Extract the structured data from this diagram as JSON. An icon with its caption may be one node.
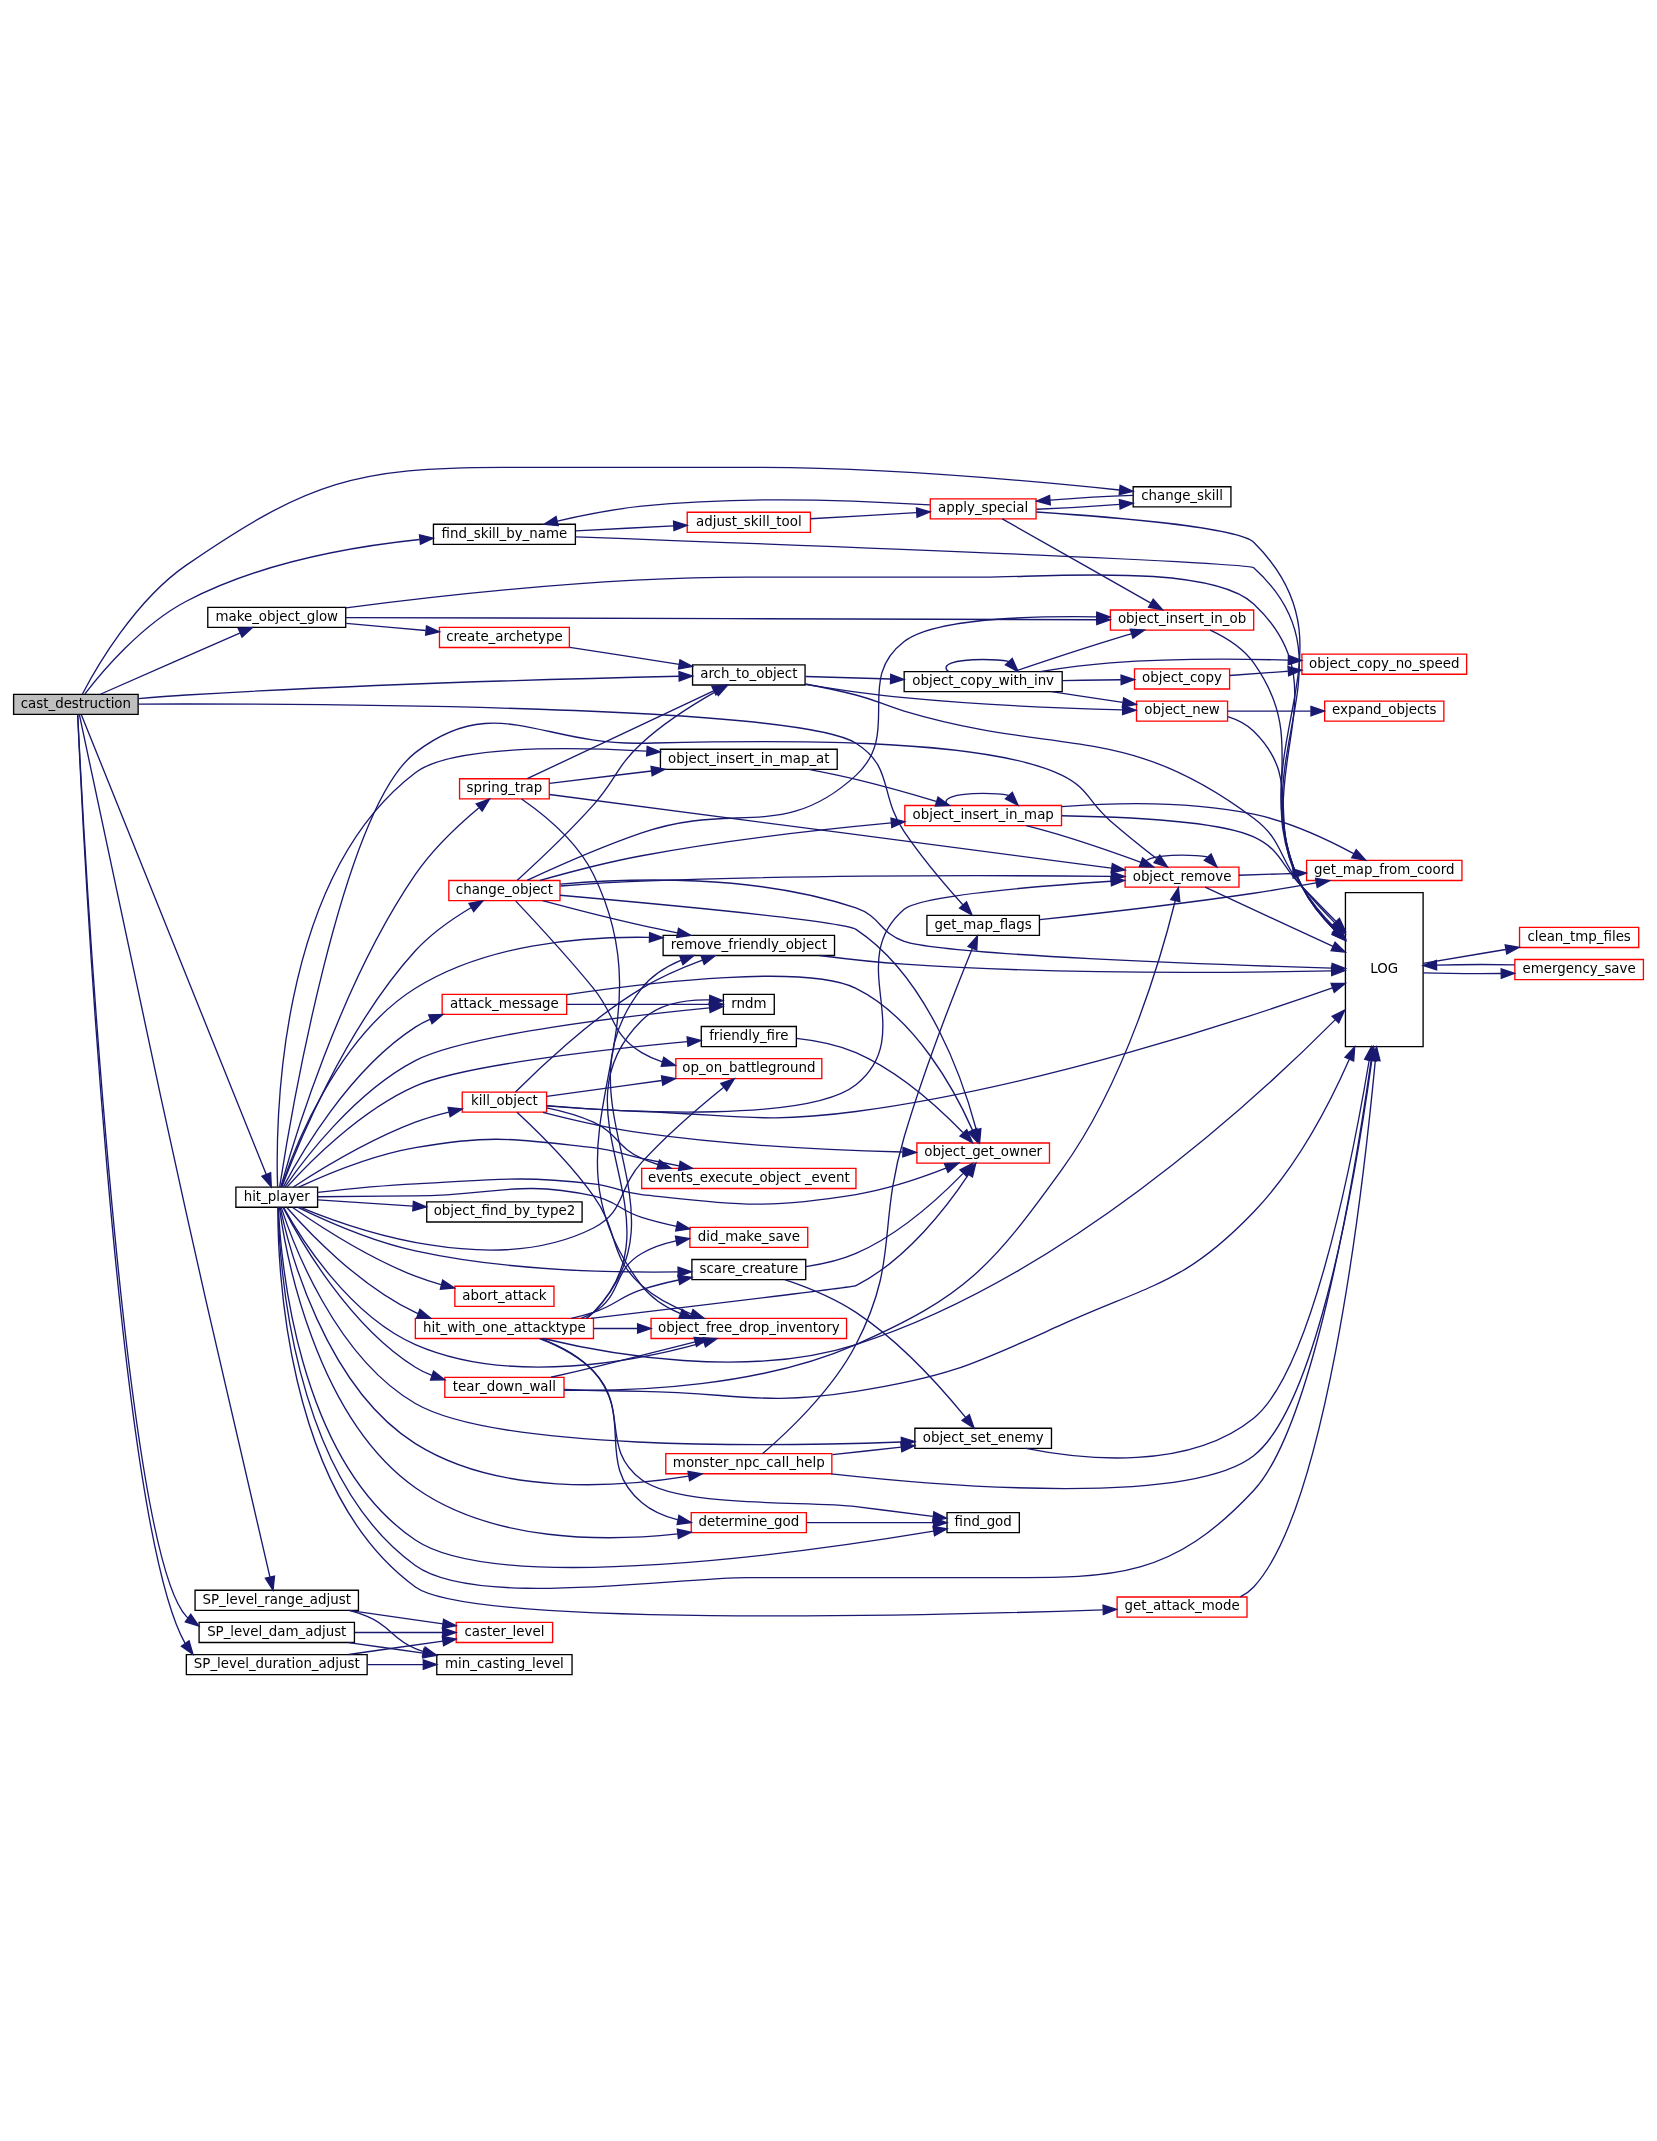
{
  "diagram": {
    "nodes": [
      {
        "text": [
          "cast_destruction"
        ]
      },
      {
        "text": [
          "hit_player"
        ]
      },
      {
        "text": [
          "make_object_glow"
        ]
      },
      {
        "text": [
          "SP_level_dam_adjust"
        ]
      },
      {
        "text": [
          "SP_level_duration_adjust"
        ]
      },
      {
        "text": [
          "SP_level_range_adjust"
        ]
      },
      {
        "text": [
          "find_skill_by_name"
        ]
      },
      {
        "text": [
          "change_skill"
        ]
      },
      {
        "text": [
          "get_map_flags"
        ]
      },
      {
        "text": [
          "object_insert_in_map_at"
        ]
      },
      {
        "text": [
          "spring_trap"
        ]
      },
      {
        "text": [
          "tear_down_wall"
        ]
      },
      {
        "text": [
          "kill_object"
        ]
      },
      {
        "text": [
          "object_find_by_type2"
        ]
      },
      {
        "text": [
          "change_object"
        ]
      },
      {
        "text": [
          "abort_attack"
        ]
      },
      {
        "text": [
          "hit_with_one_attacktype"
        ]
      },
      {
        "text": [
          "attack_message"
        ]
      },
      {
        "text": [
          "friendly_fire"
        ]
      },
      {
        "text": [
          "create_archetype"
        ]
      },
      {
        "text": [
          "caster_level"
        ]
      },
      {
        "text": [
          "min_casting_level"
        ]
      },
      {
        "text": [
          "apply_special"
        ]
      },
      {
        "text": [
          "object_insert_in_map"
        ]
      },
      {
        "text": [
          "object_remove"
        ]
      },
      {
        "text": [
          "object_free_drop_inventory"
        ]
      },
      {
        "text": [
          "events_execute_object _event"
        ]
      },
      {
        "text": [
          "op_on_battleground"
        ]
      },
      {
        "text": [
          "remove_friendly_object"
        ]
      },
      {
        "text": [
          "determine_god"
        ]
      },
      {
        "text": [
          "monster_npc_call_help"
        ]
      },
      {
        "text": [
          "did_make_save"
        ]
      },
      {
        "text": [
          "scare_creature"
        ]
      },
      {
        "text": [
          "rndm"
        ]
      },
      {
        "text": [
          "arch_to_object"
        ]
      },
      {
        "text": [
          "object_copy_with_inv"
        ]
      },
      {
        "text": [
          "adjust_skill_tool"
        ]
      },
      {
        "text": [
          "get_map_from_coord"
        ]
      },
      {
        "text": [
          "find_god"
        ]
      },
      {
        "text": [
          "object_insert_in_ob"
        ]
      },
      {
        "text": [
          "object_set_enemy"
        ]
      },
      {
        "text": [
          "object_get_owner"
        ]
      },
      {
        "text": [
          "get_attack_mode"
        ]
      },
      {
        "text": [
          "LOG"
        ]
      },
      {
        "text": [
          "object_new"
        ]
      },
      {
        "text": [
          "object_copy"
        ]
      },
      {
        "text": [
          "clean_tmp_files"
        ]
      },
      {
        "text": [
          "emergency_save"
        ]
      },
      {
        "text": [
          "expand_objects"
        ]
      },
      {
        "text": [
          "object_copy_no_speed"
        ]
      }
    ],
    "edges": [
      {
        "from": 0,
        "to": 6,
        "arrow": "to"
      },
      {
        "from": 0,
        "to": 7,
        "arrow": "to"
      },
      {
        "from": 0,
        "to": 8,
        "arrow": "to"
      },
      {
        "from": 0,
        "to": 1,
        "arrow": "to"
      },
      {
        "from": 0,
        "to": 2,
        "arrow": "to"
      },
      {
        "from": 0,
        "to": 34,
        "arrow": "to"
      },
      {
        "from": 0,
        "to": 3,
        "arrow": "to"
      },
      {
        "from": 0,
        "to": 4,
        "arrow": "to"
      },
      {
        "from": 0,
        "to": 5,
        "arrow": "to"
      },
      {
        "from": 1,
        "to": 9,
        "arrow": "to"
      },
      {
        "from": 1,
        "to": 24,
        "arrow": "to"
      },
      {
        "from": 1,
        "to": 10,
        "arrow": "to"
      },
      {
        "from": 1,
        "to": 11,
        "arrow": "to"
      },
      {
        "from": 1,
        "to": 25,
        "arrow": "to"
      },
      {
        "from": 1,
        "to": 26,
        "arrow": "to"
      },
      {
        "from": 1,
        "to": 12,
        "arrow": "to"
      },
      {
        "from": 1,
        "to": 27,
        "arrow": "to"
      },
      {
        "from": 1,
        "to": 28,
        "arrow": "to"
      },
      {
        "from": 1,
        "to": 13,
        "arrow": "to"
      },
      {
        "from": 1,
        "to": 14,
        "arrow": "to"
      },
      {
        "from": 1,
        "to": 38,
        "arrow": "to"
      },
      {
        "from": 1,
        "to": 15,
        "arrow": "to"
      },
      {
        "from": 1,
        "to": 29,
        "arrow": "to"
      },
      {
        "from": 1,
        "to": 30,
        "arrow": "to"
      },
      {
        "from": 1,
        "to": 16,
        "arrow": "to"
      },
      {
        "from": 1,
        "to": 31,
        "arrow": "to"
      },
      {
        "from": 1,
        "to": 40,
        "arrow": "to"
      },
      {
        "from": 1,
        "to": 32,
        "arrow": "to"
      },
      {
        "from": 1,
        "to": 33,
        "arrow": "to"
      },
      {
        "from": 1,
        "to": 17,
        "arrow": "to"
      },
      {
        "from": 1,
        "to": 41,
        "arrow": "to"
      },
      {
        "from": 1,
        "to": 18,
        "arrow": "to"
      },
      {
        "from": 1,
        "to": 42,
        "arrow": "to"
      },
      {
        "from": 1,
        "to": 43,
        "arrow": "to"
      },
      {
        "from": 2,
        "to": 39,
        "arrow": "to"
      },
      {
        "from": 2,
        "to": 43,
        "arrow": "to"
      },
      {
        "from": 2,
        "to": 19,
        "arrow": "to"
      },
      {
        "from": 3,
        "to": 20,
        "arrow": "to"
      },
      {
        "from": 3,
        "to": 21,
        "arrow": "to"
      },
      {
        "from": 4,
        "to": 20,
        "arrow": "to"
      },
      {
        "from": 4,
        "to": 21,
        "arrow": "to"
      },
      {
        "from": 5,
        "to": 20,
        "arrow": "to"
      },
      {
        "from": 5,
        "to": 21,
        "arrow": "to"
      },
      {
        "from": 6,
        "to": 36,
        "arrow": "to"
      },
      {
        "from": 6,
        "to": 43,
        "arrow": "to"
      },
      {
        "from": 7,
        "to": 22,
        "arrow": "to"
      },
      {
        "from": 8,
        "to": 37,
        "arrow": "to"
      },
      {
        "from": 9,
        "to": 23,
        "arrow": "to"
      },
      {
        "from": 10,
        "to": 9,
        "arrow": "to"
      },
      {
        "from": 10,
        "to": 24,
        "arrow": "to"
      },
      {
        "from": 10,
        "to": 25,
        "arrow": "to"
      },
      {
        "from": 10,
        "to": 34,
        "arrow": "to"
      },
      {
        "from": 11,
        "to": 25,
        "arrow": "to"
      },
      {
        "from": 11,
        "to": 24,
        "arrow": "to"
      },
      {
        "from": 11,
        "to": 43,
        "arrow": "to"
      },
      {
        "from": 12,
        "to": 25,
        "arrow": "to"
      },
      {
        "from": 12,
        "to": 26,
        "arrow": "to"
      },
      {
        "from": 12,
        "to": 24,
        "arrow": "to"
      },
      {
        "from": 12,
        "to": 43,
        "arrow": "to"
      },
      {
        "from": 12,
        "to": 27,
        "arrow": "to"
      },
      {
        "from": 12,
        "to": 28,
        "arrow": "to"
      },
      {
        "from": 12,
        "to": 41,
        "arrow": "to"
      },
      {
        "from": 14,
        "to": 27,
        "arrow": "to"
      },
      {
        "from": 14,
        "to": 28,
        "arrow": "to"
      },
      {
        "from": 14,
        "to": 23,
        "arrow": "to"
      },
      {
        "from": 14,
        "to": 24,
        "arrow": "to"
      },
      {
        "from": 14,
        "to": 43,
        "arrow": "to"
      },
      {
        "from": 14,
        "to": 39,
        "arrow": "to"
      },
      {
        "from": 14,
        "to": 41,
        "arrow": "to"
      },
      {
        "from": 14,
        "to": 34,
        "arrow": "to"
      },
      {
        "from": 16,
        "to": 25,
        "arrow": "to"
      },
      {
        "from": 16,
        "to": 28,
        "arrow": "to"
      },
      {
        "from": 16,
        "to": 29,
        "arrow": "to"
      },
      {
        "from": 16,
        "to": 38,
        "arrow": "to"
      },
      {
        "from": 16,
        "to": 43,
        "arrow": "to"
      },
      {
        "from": 16,
        "to": 41,
        "arrow": "to"
      },
      {
        "from": 16,
        "to": 31,
        "arrow": "to"
      },
      {
        "from": 16,
        "to": 32,
        "arrow": "to"
      },
      {
        "from": 16,
        "to": 33,
        "arrow": "to"
      },
      {
        "from": 17,
        "to": 33,
        "arrow": "to"
      },
      {
        "from": 17,
        "to": 41,
        "arrow": "to"
      },
      {
        "from": 18,
        "to": 41,
        "arrow": "to"
      },
      {
        "from": 19,
        "to": 34,
        "arrow": "to"
      },
      {
        "from": 22,
        "to": 7,
        "arrow": "to"
      },
      {
        "from": 22,
        "to": 6,
        "arrow": "to"
      },
      {
        "from": 22,
        "to": 43,
        "arrow": "to"
      },
      {
        "from": 22,
        "to": 39,
        "arrow": "to"
      },
      {
        "from": 23,
        "to": 23,
        "arrow": "to"
      },
      {
        "from": 23,
        "to": 37,
        "arrow": "to"
      },
      {
        "from": 23,
        "to": 24,
        "arrow": "to"
      },
      {
        "from": 23,
        "to": 43,
        "arrow": "to"
      },
      {
        "from": 24,
        "to": 24,
        "arrow": "to"
      },
      {
        "from": 24,
        "to": 37,
        "arrow": "to"
      },
      {
        "from": 24,
        "to": 43,
        "arrow": "to"
      },
      {
        "from": 28,
        "to": 43,
        "arrow": "to"
      },
      {
        "from": 29,
        "to": 38,
        "arrow": "to"
      },
      {
        "from": 30,
        "to": 8,
        "arrow": "to"
      },
      {
        "from": 30,
        "to": 43,
        "arrow": "to"
      },
      {
        "from": 30,
        "to": 40,
        "arrow": "to"
      },
      {
        "from": 32,
        "to": 40,
        "arrow": "to"
      },
      {
        "from": 32,
        "to": 41,
        "arrow": "to"
      },
      {
        "from": 34,
        "to": 43,
        "arrow": "to"
      },
      {
        "from": 34,
        "to": 44,
        "arrow": "to"
      },
      {
        "from": 34,
        "to": 35,
        "arrow": "to"
      },
      {
        "from": 35,
        "to": 35,
        "arrow": "to"
      },
      {
        "from": 35,
        "to": 44,
        "arrow": "to"
      },
      {
        "from": 35,
        "to": 49,
        "arrow": "to"
      },
      {
        "from": 35,
        "to": 45,
        "arrow": "to"
      },
      {
        "from": 35,
        "to": 39,
        "arrow": "to"
      },
      {
        "from": 36,
        "to": 22,
        "arrow": "to"
      },
      {
        "from": 39,
        "to": 43,
        "arrow": "to"
      },
      {
        "from": 40,
        "to": 43,
        "arrow": "to"
      },
      {
        "from": 42,
        "to": 43,
        "arrow": "to"
      },
      {
        "from": 43,
        "to": 46,
        "arrow": "to"
      },
      {
        "from": 43,
        "to": 47,
        "arrow": "to"
      },
      {
        "from": 47,
        "to": 43,
        "arrow": "to"
      },
      {
        "from": 44,
        "to": 48,
        "arrow": "to"
      },
      {
        "from": 44,
        "to": 43,
        "arrow": "to"
      },
      {
        "from": 45,
        "to": 49,
        "arrow": "to"
      }
    ]
  }
}
